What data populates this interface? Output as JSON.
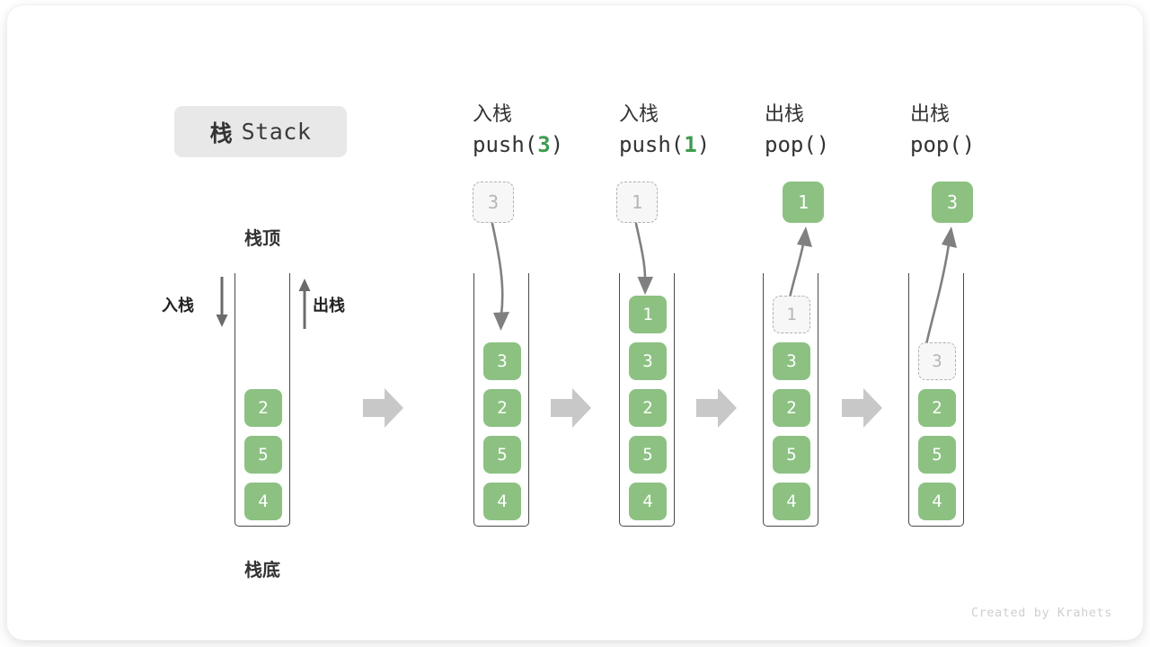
{
  "title": {
    "cjk": "栈",
    "latin": "Stack"
  },
  "labels": {
    "top": "栈顶",
    "bottom": "栈底",
    "push_side": "入栈",
    "pop_side": "出栈"
  },
  "colors": {
    "cell_fill": "#8cc182",
    "cell_text": "#ffffff",
    "ghost_fill": "#f7f7f7",
    "ghost_border": "#b0b0b0",
    "ghost_text": "#b6b6b6",
    "vessel_border": "#4a4a4a",
    "code_accent": "#3e9b4f",
    "step_arrow": "#c8c8c8",
    "curve_arrow": "#808080",
    "title_chip_bg": "#e8e8e8"
  },
  "columns": [
    {
      "id": "initial",
      "head_cjk": "",
      "head_code_pre": "",
      "head_code_accent": "",
      "head_code_post": "",
      "cells": [
        "4",
        "5",
        "2"
      ],
      "float": null,
      "ghost_index": -1
    },
    {
      "id": "push-3",
      "head_cjk": "入栈",
      "head_code_pre": "push(",
      "head_code_accent": "3",
      "head_code_post": ")",
      "cells": [
        "4",
        "5",
        "2",
        "3"
      ],
      "float": {
        "value": "3",
        "style": "ghost"
      },
      "ghost_index": -1
    },
    {
      "id": "push-1",
      "head_cjk": "入栈",
      "head_code_pre": "push(",
      "head_code_accent": "1",
      "head_code_post": ")",
      "cells": [
        "4",
        "5",
        "2",
        "3",
        "1"
      ],
      "float": {
        "value": "1",
        "style": "ghost"
      },
      "ghost_index": -1
    },
    {
      "id": "pop-1",
      "head_cjk": "出栈",
      "head_code_pre": "pop()",
      "head_code_accent": "",
      "head_code_post": "",
      "cells": [
        "4",
        "5",
        "2",
        "3",
        "1"
      ],
      "float": {
        "value": "1",
        "style": "solid"
      },
      "ghost_index": 4
    },
    {
      "id": "pop-3",
      "head_cjk": "出栈",
      "head_code_pre": "pop()",
      "head_code_accent": "",
      "head_code_post": "",
      "cells": [
        "4",
        "5",
        "2",
        "3"
      ],
      "float": {
        "value": "3",
        "style": "solid"
      },
      "ghost_index": 3
    }
  ],
  "credit": "Created by Krahets"
}
